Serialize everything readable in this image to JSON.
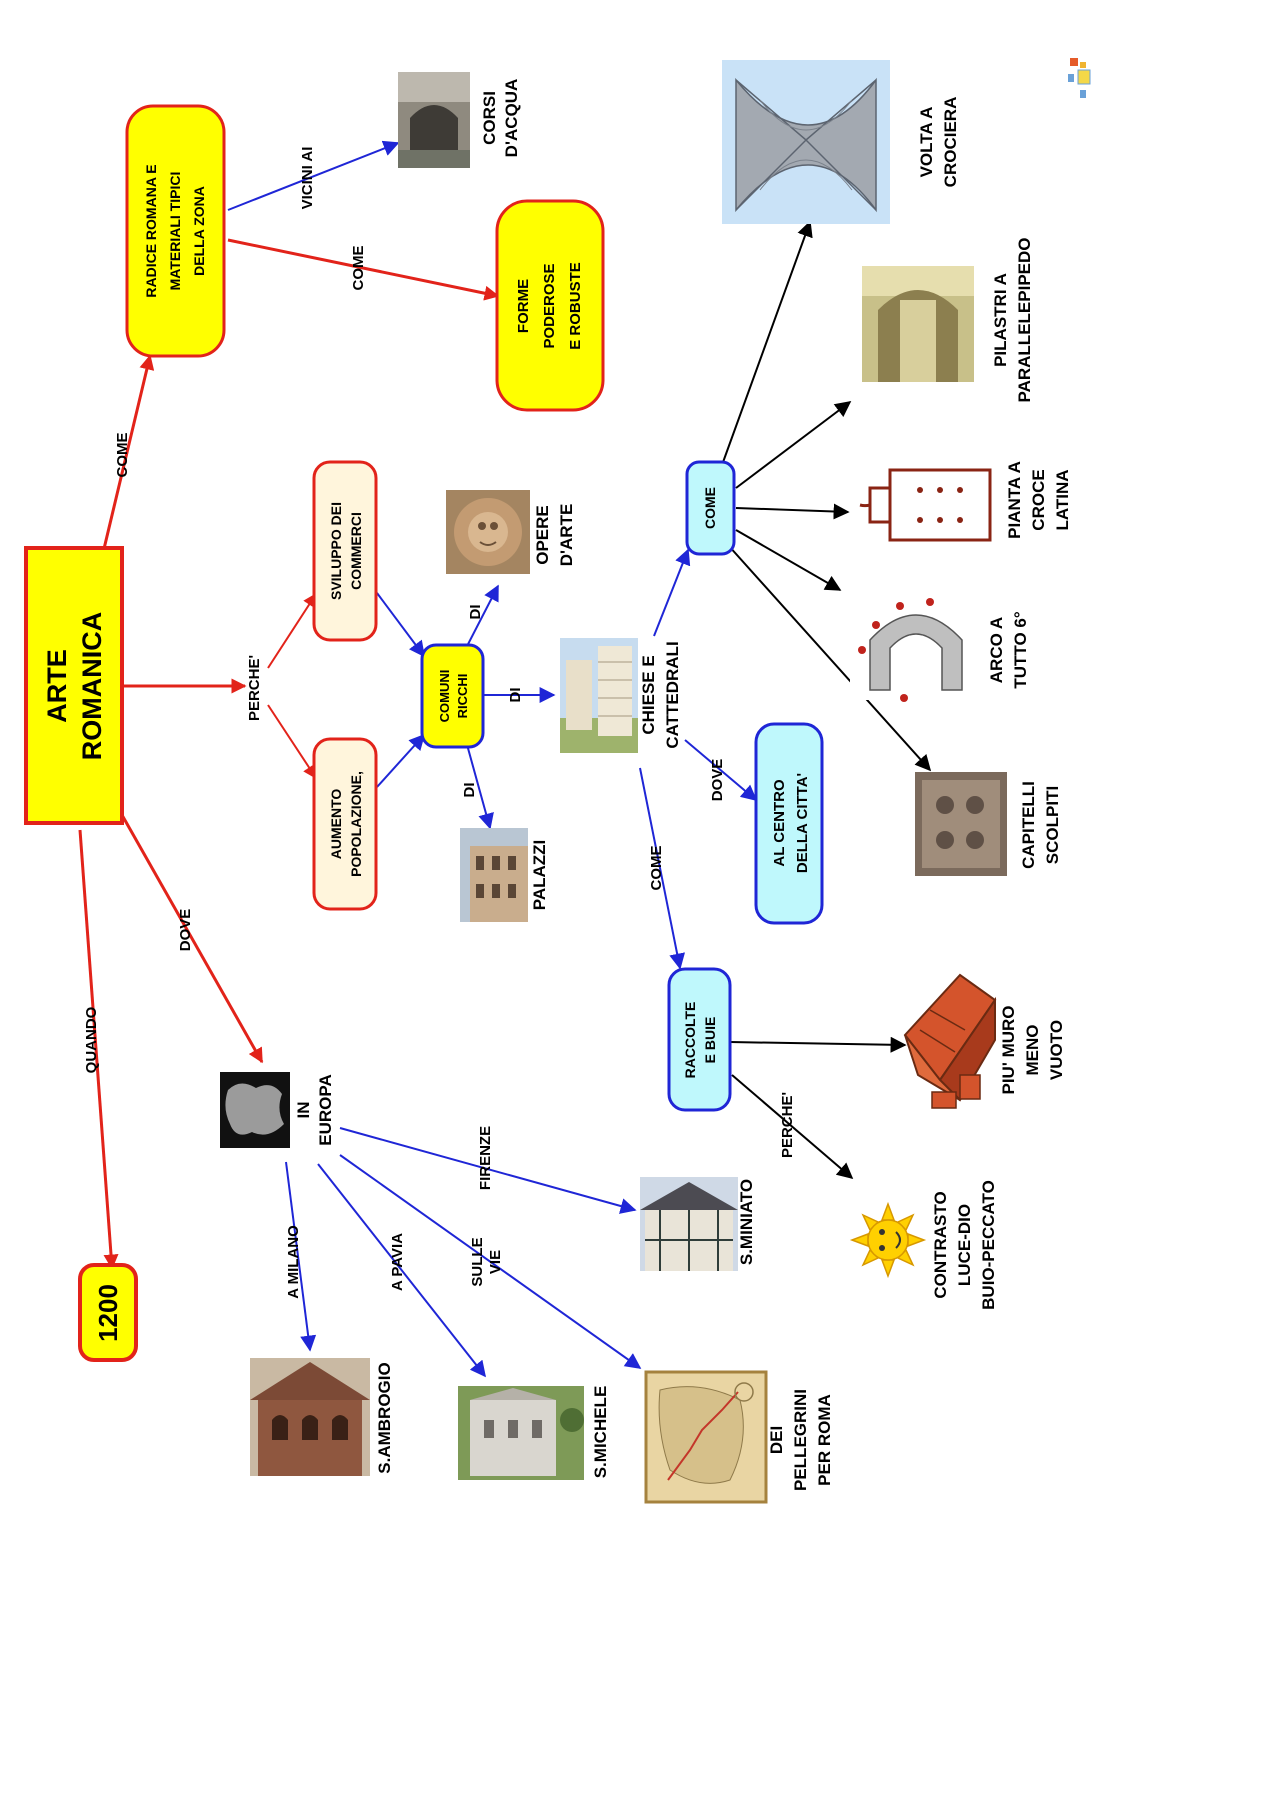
{
  "colors": {
    "yellow": "#ffff00",
    "cream": "#fff5dc",
    "cyan": "#bff8fc",
    "red": "#e2231a",
    "blue": "#1f26d6",
    "black": "#000000"
  },
  "nodes": {
    "arte_romanica": [
      "ARTE",
      "ROMANICA"
    ],
    "anno_1200": [
      "1200"
    ],
    "radice": [
      "RADICE   ROMANA    E",
      "MATERIALI   TIPICI",
      "DELLA   ZONA"
    ],
    "forme": [
      "FORME",
      "PODEROSE",
      "E   ROBUSTE"
    ],
    "sviluppo": [
      "SVILUPPO   DEI",
      "COMMERCI"
    ],
    "aumento": [
      "AUMENTO",
      "POPOLAZIONE,"
    ],
    "comuni": [
      "COMUNI",
      "RICCHI"
    ],
    "come_box": [
      "COME"
    ],
    "centro": [
      "AL    CENTRO",
      "DELLA   CITTA'"
    ],
    "raccolte": [
      "RACCOLTE",
      "E   BUIE"
    ]
  },
  "edge_labels": {
    "quando": "QUANDO",
    "dove": "DOVE",
    "come_top": "COME",
    "perche": "PERCHE'",
    "vicini": "VICINI      AI",
    "come_forme": "COME",
    "di_opere": "DI",
    "di_chiese": "DI",
    "di_palazzi": "DI",
    "dove_centro": "DOVE",
    "come_raccolte": "COME",
    "perche_contrasto": "PERCHE'",
    "a_milano": "A    MILANO",
    "a_pavia": "A      PAVIA",
    "sulle_vie": [
      "SULLE",
      "VIE"
    ],
    "firenze": "FIRENZE"
  },
  "captions": {
    "corsi": [
      "CORSI",
      "D'ACQUA"
    ],
    "opere": [
      "OPERE",
      "D'ARTE"
    ],
    "chiese": [
      "CHIESE     E",
      "CATTEDRALI"
    ],
    "palazzi": [
      "PALAZZI"
    ],
    "volta": [
      "VOLTA     A",
      "CROCIERA"
    ],
    "pilastri": [
      "PILASTRI     A",
      "PARALLELEPIPEDO"
    ],
    "pianta": [
      "PIANTA     A",
      "CROCE",
      "LATINA"
    ],
    "arco": [
      "ARCO     A",
      "TUTTO    6°"
    ],
    "capitelli": [
      "CAPITELLI",
      "SCOLPITI"
    ],
    "piu_muro": [
      "PIU'     MURO",
      "MENO",
      "VUOTO"
    ],
    "contrasto": [
      "CONTRASTO",
      "LUCE-DIO",
      "BUIO-PECCATO"
    ],
    "europa": [
      "IN",
      "EUROPA"
    ],
    "miniato": [
      "S.MINIATO"
    ],
    "ambrogio": [
      "S.AMBROGIO"
    ],
    "michele": [
      "S.MICHELE"
    ],
    "pellegrini": [
      "DEI",
      "PELLEGRINI",
      "PER     ROMA"
    ]
  },
  "icons": {
    "corsi": "bridge-photo-icon",
    "opere": "sculpture-photo-icon",
    "chiese": "cathedral-photo-icon",
    "palazzi": "palace-photo-icon",
    "volta": "cross-vault-drawing-icon",
    "pilastri": "pillars-photo-icon",
    "pianta": "latin-cross-plan-icon",
    "arco": "round-arch-drawing-icon",
    "capitelli": "capital-relief-photo-icon",
    "muro": "brick-wall-icon",
    "sole": "smiling-sun-icon",
    "europa": "europe-map-icon",
    "miniato": "san-miniato-photo-icon",
    "ambrogio": "sant-ambrogio-photo-icon",
    "michele": "san-michele-photo-icon",
    "pellegrini": "pilgrim-route-map-icon",
    "logo": "small-figure-logo-icon"
  }
}
